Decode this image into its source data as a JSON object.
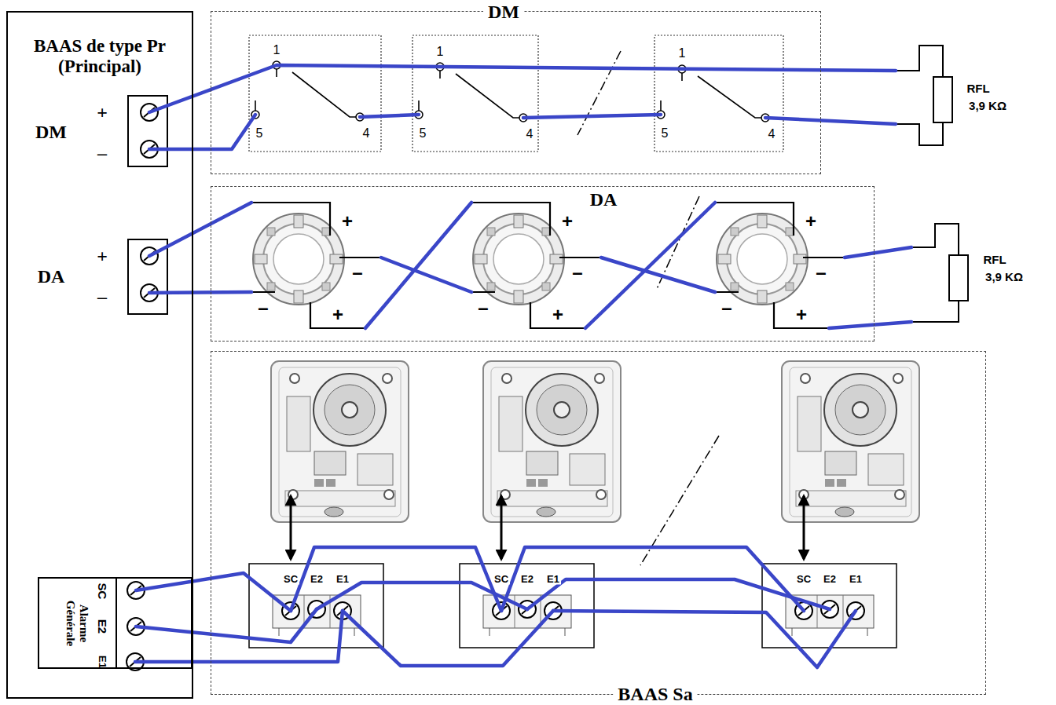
{
  "diagram": {
    "nodes": [
      {
        "text": [
          "BAAS de type Pr (Principal)"
        ]
      },
      {
        "text": [
          "Alarme Générale",
          "SC",
          "E2",
          "E1"
        ],
        "in": 0
      },
      {
        "text": [
          "DM"
        ]
      },
      {
        "text": [
          "DA"
        ]
      },
      {
        "text": [
          "BAAS Sa"
        ]
      }
    ],
    "labels": [
      "DM",
      "+",
      "–",
      "DA",
      "+",
      "–",
      "1",
      "5",
      "4",
      "1",
      "5",
      "4",
      "1",
      "5",
      "4",
      "RFL",
      "3,9 KΩ",
      "+",
      "–",
      "–",
      "+",
      "+",
      "–",
      "–",
      "+",
      "+",
      "–",
      "–",
      "+",
      "RFL",
      "3,9 KΩ",
      "SC",
      "E2",
      "E1",
      "SC",
      "E2",
      "E1",
      "SC",
      "E2",
      "E1"
    ]
  }
}
